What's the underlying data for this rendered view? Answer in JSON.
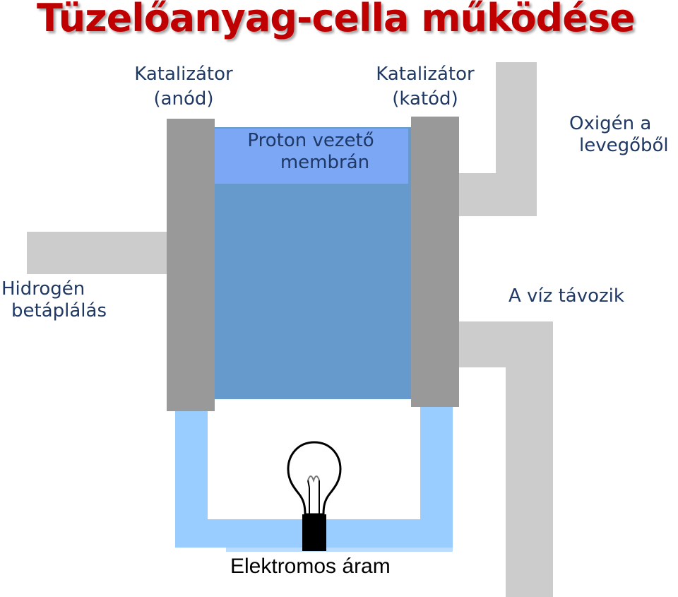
{
  "title": "Tüzelőanyag-cella működése",
  "labels": {
    "anode_catalyst_line1": "Katalizátor",
    "anode_catalyst_line2": "(anód)",
    "cathode_catalyst_line1": "Katalizátor",
    "cathode_catalyst_line2": "(katód)",
    "membrane_line1": "Proton vezető",
    "membrane_line2": "membrán",
    "oxygen_line1": "Oxigén a",
    "oxygen_line2": "levegőből",
    "hydrogen_line1": "Hidrogén",
    "hydrogen_line2": "betáplálás",
    "water": "A víz távozik",
    "current": "Elektromos áram"
  },
  "colors": {
    "title": "#c00000",
    "label_text": "#1f3864",
    "electrode": "#999999",
    "membrane": "#7ba7f5",
    "electrolyte": "#6699cc",
    "gas_pipe": "#cccccc",
    "circuit_wire": "#99ccff"
  },
  "icons": {
    "bulb": "light-bulb-icon"
  }
}
